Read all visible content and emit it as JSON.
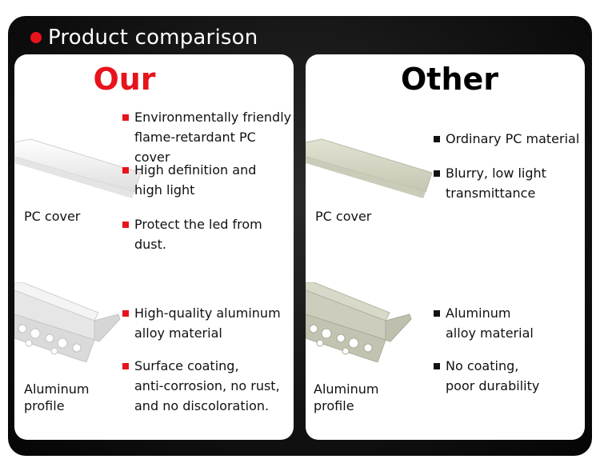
{
  "header": {
    "title": "Product comparison",
    "dot_color": "#e8141c"
  },
  "left_panel": {
    "heading": "Our",
    "heading_color": "#e8141c",
    "pc_cover_label": "PC cover",
    "aluminum_label": "Aluminum\nprofile",
    "features": [
      "Environmentally friendly\nflame-retardant PC cover",
      "High definition and\nhigh light",
      "Protect the led from dust.",
      "High-quality aluminum\nalloy material",
      "Surface coating,\nanti-corrosion, no rust,\nand no discoloration."
    ]
  },
  "right_panel": {
    "heading": "Other",
    "heading_color": "#000000",
    "pc_cover_label": "PC cover",
    "aluminum_label": "Aluminum\nprofile",
    "features": [
      "Ordinary PC material",
      "Blurry, low light\ntransmittance",
      "Aluminum\nalloy material",
      "No coating,\npoor durability"
    ]
  },
  "colors": {
    "our_cover": "#f1f1f1",
    "our_profile": "#dcdcdc",
    "other_cover": "#d3d3c2",
    "other_profile": "#c7c7b7"
  },
  "icons": {
    "header_dot": "red-dot-icon",
    "our_bullet": "red-square-bullet-icon",
    "other_bullet": "black-square-bullet-icon"
  }
}
